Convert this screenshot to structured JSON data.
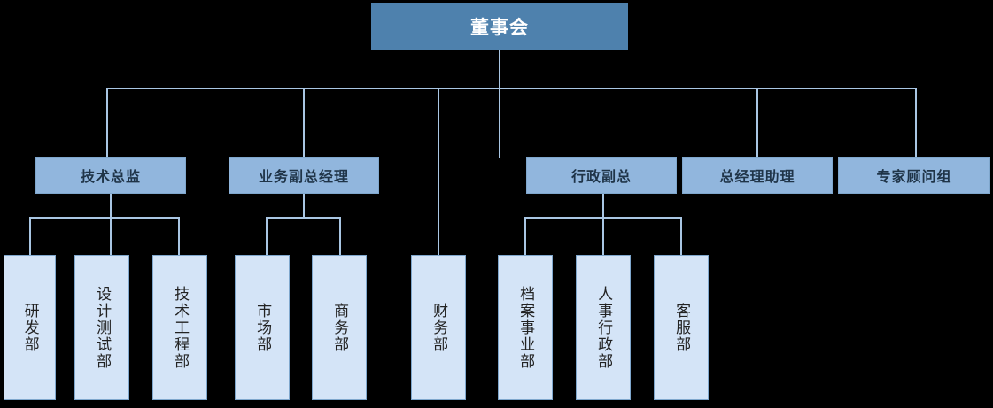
{
  "chart": {
    "type": "org-chart",
    "title": "",
    "palette": {
      "background": "#000000",
      "level1_fill": "#4e81ad",
      "level1_text": "#ffffff",
      "level2_fill": "#91b6dd",
      "level2_text": "#1f3448",
      "level3_fill": "#d4e4f7",
      "level3_text": "#222222",
      "connector": "#a9c6e3",
      "border": "#7fa7cd"
    },
    "root": {
      "id": "board",
      "label": "董事会",
      "level": 1
    },
    "level2": [
      {
        "id": "tech-director",
        "label": "技术总监",
        "level": 2
      },
      {
        "id": "business-vp",
        "label": "业务副总经理",
        "level": 2
      },
      {
        "id": "admin-vp",
        "label": "行政副总",
        "level": 2
      },
      {
        "id": "gm-assistant",
        "label": "总经理助理",
        "level": 2
      },
      {
        "id": "expert-group",
        "label": "专家顾问组",
        "level": 2
      }
    ],
    "level3": [
      {
        "id": "rd-dept",
        "label": "研发部",
        "parent": "tech-director",
        "level": 3
      },
      {
        "id": "design-test-dept",
        "label": "设计测试部",
        "parent": "tech-director",
        "level": 3
      },
      {
        "id": "tech-eng-dept",
        "label": "技术工程部",
        "parent": "tech-director",
        "level": 3
      },
      {
        "id": "market-dept",
        "label": "市场部",
        "parent": "business-vp",
        "level": 3
      },
      {
        "id": "commerce-dept",
        "label": "商务部",
        "parent": "business-vp",
        "level": 3
      },
      {
        "id": "finance-dept",
        "label": "财务部",
        "parent": "board",
        "level": 3
      },
      {
        "id": "archive-dept",
        "label": "档案事业部",
        "parent": "admin-vp",
        "level": 3
      },
      {
        "id": "hr-admin-dept",
        "label": "人事行政部",
        "parent": "admin-vp",
        "level": 3
      },
      {
        "id": "service-dept",
        "label": "客服部",
        "parent": "admin-vp",
        "level": 3
      }
    ]
  }
}
